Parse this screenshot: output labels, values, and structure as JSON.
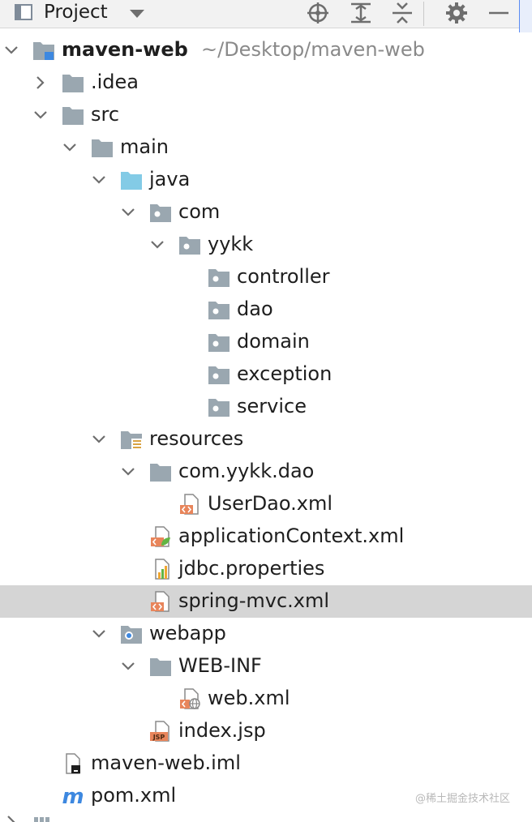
{
  "toolbar": {
    "title": "Project",
    "icons": [
      "project-view-icon",
      "dropdown-caret-icon",
      "locate-icon",
      "expand-all-icon",
      "collapse-all-icon",
      "settings-gear-icon",
      "hide-minus-icon"
    ]
  },
  "tree": {
    "root": {
      "label": "maven-web",
      "path": "~/Desktop/maven-web"
    },
    "items": {
      "idea": ".idea",
      "src": "src",
      "main": "main",
      "java": "java",
      "com": "com",
      "yykk": "yykk",
      "controller": "controller",
      "dao": "dao",
      "domain": "domain",
      "exception": "exception",
      "service": "service",
      "resources": "resources",
      "com_yykk_dao": "com.yykk.dao",
      "userdao_xml": "UserDao.xml",
      "appcontext_xml": "applicationContext.xml",
      "jdbc_properties": "jdbc.properties",
      "spring_mvc_xml": "spring-mvc.xml",
      "webapp": "webapp",
      "web_inf": "WEB-INF",
      "web_xml": "web.xml",
      "index_jsp": "index.jsp",
      "iml": "maven-web.iml",
      "pom_xml": "pom.xml"
    },
    "selected": "spring-mvc.xml"
  },
  "colors": {
    "toolbar_bg": "#f2f2f2",
    "selected_row": "#d5d5d5",
    "folder": "#9aa7b0",
    "source_folder": "#83cbe6",
    "xml_orange": "#e8855b",
    "spring_green": "#62b543",
    "maven_blue": "#3d88e0"
  },
  "watermark": "@稀土掘金技术社区"
}
